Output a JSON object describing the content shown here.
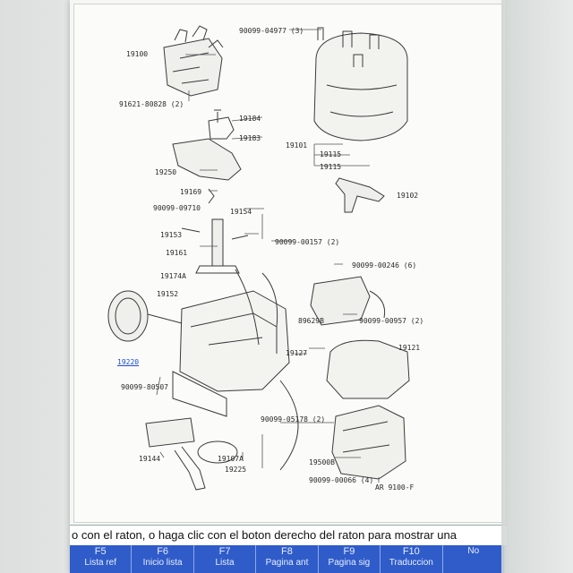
{
  "parts": [
    {
      "id": "p19100",
      "text": "19100"
    },
    {
      "id": "p90099_04977",
      "text": "90099-04977 (3)"
    },
    {
      "id": "p91621",
      "text": "91621-80828 (2)"
    },
    {
      "id": "p19184",
      "text": "19184"
    },
    {
      "id": "p19183",
      "text": "19183"
    },
    {
      "id": "p19101",
      "text": "19101"
    },
    {
      "id": "p19115a",
      "text": "19115"
    },
    {
      "id": "p19115b",
      "text": "19115"
    },
    {
      "id": "p19250",
      "text": "19250"
    },
    {
      "id": "p19169",
      "text": "19169"
    },
    {
      "id": "p19102",
      "text": "19102"
    },
    {
      "id": "p90099_09710",
      "text": "90099-09710"
    },
    {
      "id": "p19154",
      "text": "19154"
    },
    {
      "id": "p19153",
      "text": "19153"
    },
    {
      "id": "p90099_00157",
      "text": "90099-00157 (2)"
    },
    {
      "id": "p19161",
      "text": "19161"
    },
    {
      "id": "p90099_00246",
      "text": "90099-00246 (6)"
    },
    {
      "id": "p19174a",
      "text": "19174A"
    },
    {
      "id": "p19152",
      "text": "19152"
    },
    {
      "id": "p89629b",
      "text": "89629B"
    },
    {
      "id": "p90099_00957",
      "text": "90099-00957 (2)"
    },
    {
      "id": "p19220",
      "text": "19220"
    },
    {
      "id": "p19127",
      "text": "19127"
    },
    {
      "id": "p19121",
      "text": "19121"
    },
    {
      "id": "p90099_80507",
      "text": "90099-80507"
    },
    {
      "id": "p90099_05178",
      "text": "90099-05178 (2)"
    },
    {
      "id": "p19144",
      "text": "19144"
    },
    {
      "id": "p19107a",
      "text": "19107A"
    },
    {
      "id": "p19225",
      "text": "19225"
    },
    {
      "id": "p19500b",
      "text": "19500B"
    },
    {
      "id": "p90099_00066",
      "text": "90099-00066 (4)"
    },
    {
      "id": "p_ref",
      "text": "AR 9100-F"
    }
  ],
  "status": {
    "text": "o con el raton, o haga clic con el boton derecho del raton para mostrar una"
  },
  "fkeys": [
    {
      "key": "F5",
      "label": "Lista ref"
    },
    {
      "key": "F6",
      "label": "Inicio lista"
    },
    {
      "key": "F7",
      "label": "Lista"
    },
    {
      "key": "F8",
      "label": "Pagina ant"
    },
    {
      "key": "F9",
      "label": "Pagina sig"
    },
    {
      "key": "F10",
      "label": "Traduccion"
    },
    {
      "key": "",
      "label": "No"
    }
  ],
  "colors": {
    "fkey_bar": "#2f5cc9",
    "selected_part": "#1f4fd1"
  }
}
